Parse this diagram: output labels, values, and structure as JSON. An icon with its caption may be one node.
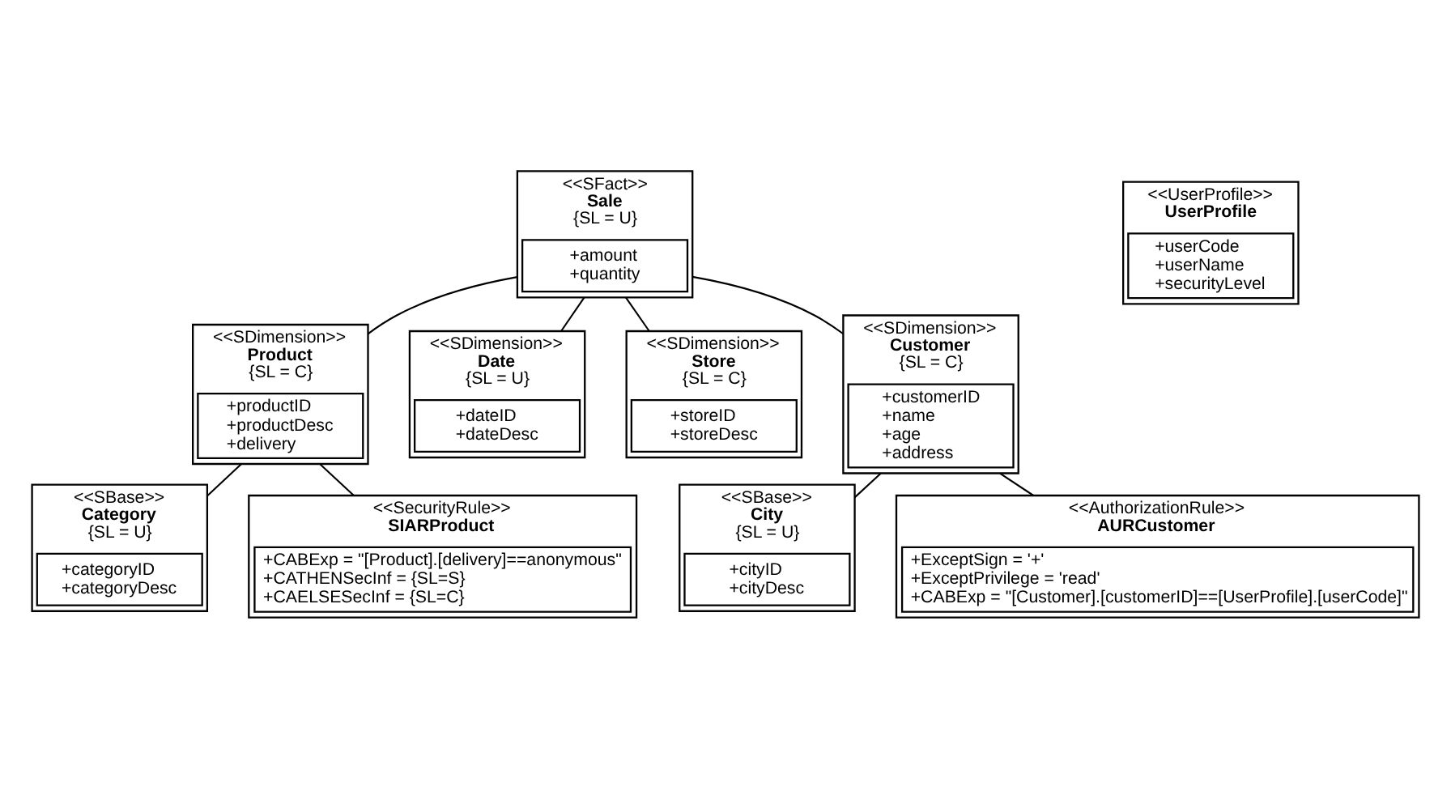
{
  "diagram": {
    "nodes": [
      {
        "text": [
          "<<SFact>>",
          "Sale",
          "{SL = U}"
        ]
      },
      {
        "text": [
          "+amount",
          "+quantity"
        ],
        "in": 0
      },
      {
        "text": [
          "<<SDimension>>",
          "Product",
          "{SL = C}"
        ]
      },
      {
        "text": [
          "+productID",
          "+productDesc",
          "+delivery"
        ],
        "in": 2
      },
      {
        "text": [
          "<<SBase>>",
          "Category",
          "{SL = U}"
        ]
      },
      {
        "text": [
          "+categoryID",
          "+categoryDesc"
        ],
        "in": 4
      },
      {
        "text": [
          "<<UserProfile>>",
          "UserProfile"
        ]
      },
      {
        "text": [
          "+userCode",
          "+userName",
          "+securityLevel"
        ],
        "in": 6
      },
      {
        "text": [
          "<<SDimension>>",
          "Date",
          "{SL = U}"
        ]
      },
      {
        "text": [
          "+dateID",
          "+dateDesc"
        ],
        "in": 8
      },
      {
        "text": [
          "<<SDimension>>",
          "Store",
          "{SL = C}"
        ]
      },
      {
        "text": [
          "+storeID",
          "+storeDesc"
        ],
        "in": 10
      },
      {
        "text": [
          "<<SecurityRule>>",
          "SIARProduct"
        ]
      },
      {
        "text": [
          "+CABExp = \"[Product].[delivery]==anonymous\"",
          "+CATHENSecInf = {SL=S}",
          "+CAELSESecInf = {SL=C}"
        ],
        "in": 12
      },
      {
        "text": [
          "<<SBase>>",
          "City",
          "{SL = U}"
        ]
      },
      {
        "text": [
          "+cityID",
          "+cityDesc"
        ],
        "in": 14
      },
      {
        "text": [
          "<<SDimension>>",
          "Customer",
          "{SL = C}"
        ]
      },
      {
        "text": [
          "+customerID",
          "+name",
          "+age",
          "+address"
        ],
        "in": 16
      },
      {
        "text": [
          "<<AuthorizationRule>>",
          "AURCustomer"
        ]
      },
      {
        "text": [
          "+ExceptSign = '+'",
          "+ExceptPrivilege = 'read'",
          "+CABExp = \"[Customer].[customerID]==[UserProfile].[userCode]\""
        ],
        "in": 18
      }
    ],
    "edges": [
      {
        "from": 0,
        "to": 2,
        "arrow": "none"
      },
      {
        "from": 2,
        "to": 4,
        "arrow": "none"
      },
      {
        "from": 0,
        "to": 8,
        "arrow": "none"
      },
      {
        "from": 0,
        "to": 10,
        "arrow": "none"
      },
      {
        "from": 0,
        "to": 16,
        "arrow": "none"
      },
      {
        "from": 2,
        "to": 12,
        "arrow": "none"
      },
      {
        "from": 16,
        "to": 14,
        "arrow": "none"
      },
      {
        "from": 16,
        "to": 18,
        "arrow": "none"
      }
    ]
  }
}
